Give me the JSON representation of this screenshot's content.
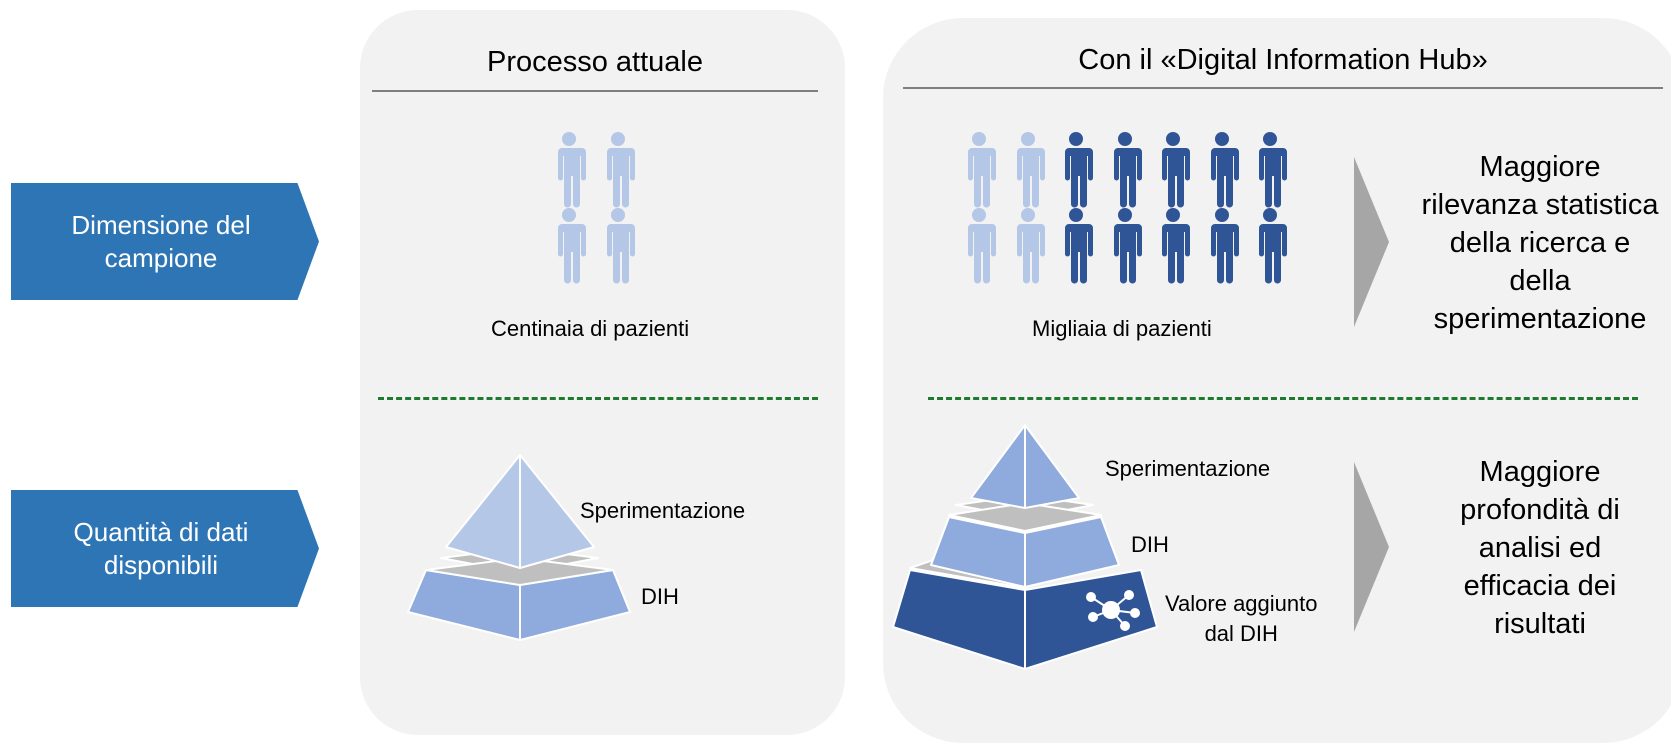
{
  "rows": {
    "sample_size": "Dimensione del\ncampione",
    "data_quantity": "Quantità di dati\ndisponibili"
  },
  "current": {
    "title": "Processo attuale",
    "people_caption": "Centinaia di pazienti",
    "pyramid": {
      "top": "Sperimentazione",
      "bottom": "DIH"
    }
  },
  "dih": {
    "title": "Con il «Digital Information Hub»",
    "people_caption": "Migliaia di pazienti",
    "pyramid": {
      "top": "Sperimentazione",
      "middle": "DIH",
      "base_line1": "Valore aggiunto",
      "base_line2": "dal DIH"
    }
  },
  "results": {
    "statistical": {
      "l1": "Maggiore",
      "l2": "rilevanza statistica",
      "l3": "della ricerca e",
      "l4": "della",
      "l5": "sperimentazione"
    },
    "depth": {
      "l1": "Maggiore",
      "l2a": "profondità",
      "l2b": " di",
      "l3": "analisi ed",
      "l4a": "efficacia",
      "l4b": " dei",
      "l5": "risultati"
    }
  },
  "colors": {
    "label_blue": "#2e75b6",
    "light_person": "#b4c7e7",
    "dark_person": "#2f5597",
    "pyramid_light": "#b4c7e7",
    "pyramid_mid": "#8faadc",
    "pyramid_dark": "#2f5597",
    "divider_green": "#1e7a2e",
    "panel_gray": "#f2f2f2"
  },
  "icons": [
    "person-icon",
    "network-icon",
    "arrow-right-icon"
  ]
}
